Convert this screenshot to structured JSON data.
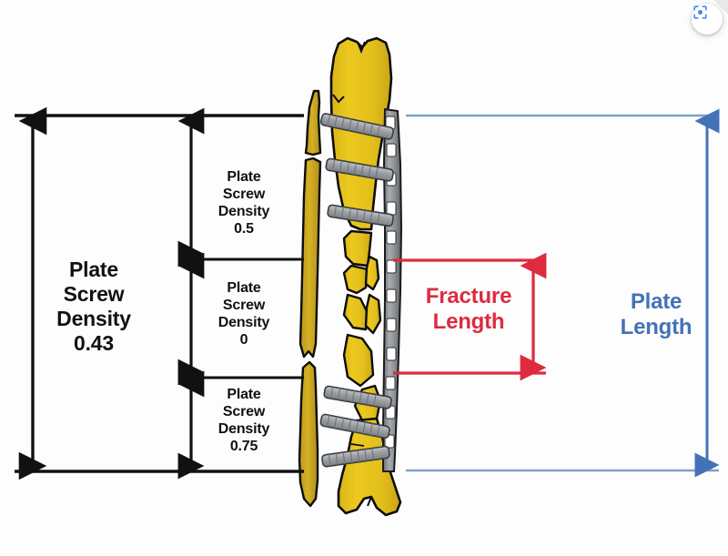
{
  "image": {
    "title": "Plate screw density and plate length measurement diagram",
    "background_color": "#fdfdfd"
  },
  "overlay": {
    "lens_button": {
      "icon": "lens-scan-icon",
      "color": "#4285F4"
    }
  },
  "annotations": {
    "overall": {
      "label": "Plate\nScrew\nDensity\n0.43",
      "value": "0.43",
      "color": "#111111"
    },
    "segments": [
      {
        "id": "proximal",
        "label": "Plate\nScrew\nDensity\n0.5",
        "value": "0.5",
        "color": "#111111"
      },
      {
        "id": "fracture-zone",
        "label": "Plate\nScrew\nDensity\n0",
        "value": "0",
        "color": "#111111"
      },
      {
        "id": "distal",
        "label": "Plate\nScrew\nDensity\n0.75",
        "value": "0.75",
        "color": "#111111"
      }
    ],
    "fracture_length": {
      "label": "Fracture\nLength",
      "color": "#DE2B3F"
    },
    "plate_length": {
      "label": "Plate\nLength",
      "color": "#4472B8"
    }
  },
  "illustration": {
    "bone_tibia_color": "#E5C11A",
    "bone_fibula_color": "#C9A227",
    "bone_outline_color": "#0d0d0d",
    "plate_color": "#8f9296",
    "plate_hole_color": "#ffffff",
    "screw_color": "#a7aaad",
    "description": "Tibia and fibula with comminuted mid-shaft fracture stabilized by a bridging plate with screws"
  }
}
